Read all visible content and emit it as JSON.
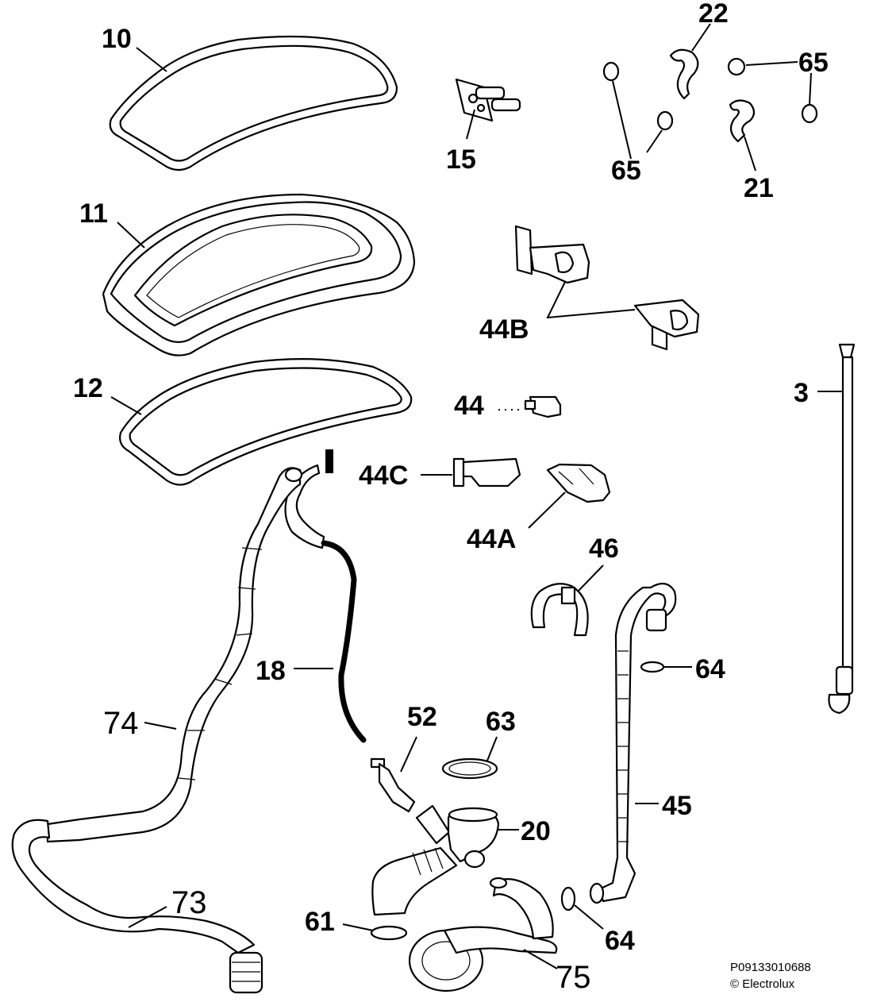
{
  "labels": {
    "p10": "10",
    "p11": "11",
    "p12": "12",
    "p15": "15",
    "p22": "22",
    "p65a": "65",
    "p65b": "65",
    "p21": "21",
    "p44b": "44B",
    "p44": "44",
    "p44c": "44C",
    "p44a": "44A",
    "p3": "3",
    "p46": "46",
    "p64a": "64",
    "p64b": "64",
    "p18": "18",
    "p74": "74",
    "p52": "52",
    "p63": "63",
    "p20": "20",
    "p45": "45",
    "p73": "73",
    "p61": "61",
    "p75": "75"
  },
  "footer": {
    "code": "P09133010688",
    "copyright": "© Electrolux"
  }
}
